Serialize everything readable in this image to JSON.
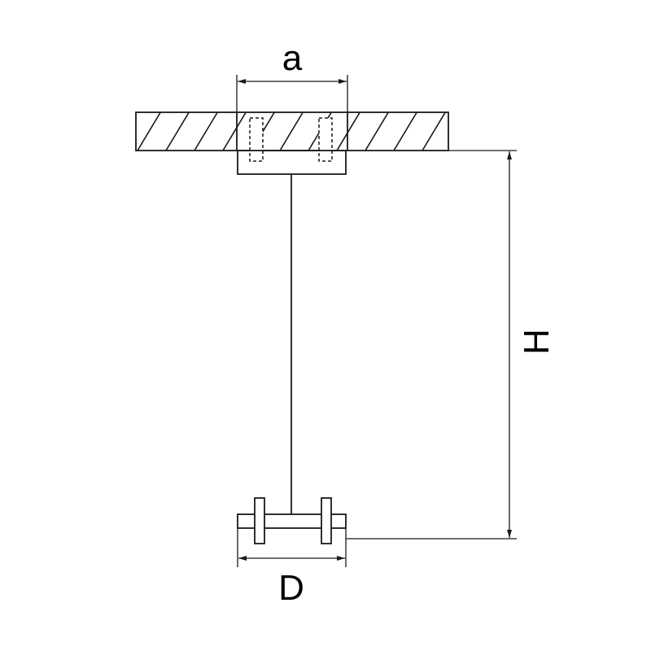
{
  "labels": {
    "width_a": "a",
    "height": "H",
    "diameter": "D"
  },
  "colors": {
    "line": "#1a1a1a",
    "background": "#ffffff"
  }
}
